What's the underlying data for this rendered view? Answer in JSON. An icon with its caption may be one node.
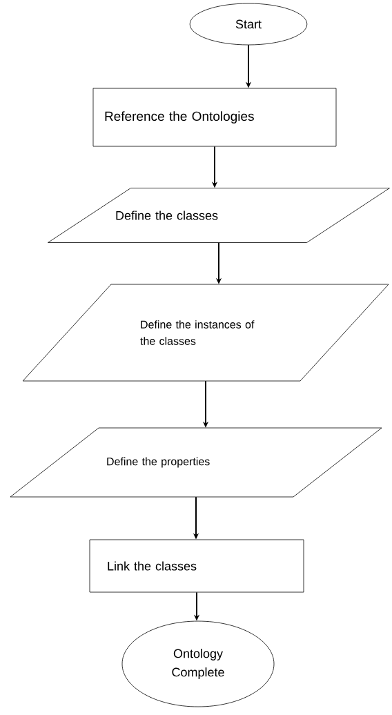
{
  "diagram": {
    "nodes": [
      {
        "text": [
          "Start"
        ]
      },
      {
        "text": [
          "Reference the Ontologies"
        ]
      },
      {
        "text": [
          "Define the classes"
        ]
      },
      {
        "text": [
          "Define the instances of the classes"
        ]
      },
      {
        "text": [
          "Define the properties"
        ]
      },
      {
        "text": [
          "Link the classes"
        ]
      },
      {
        "text": [
          "Ontology Complete"
        ]
      }
    ],
    "edges": [
      {
        "from": 0,
        "to": 1,
        "arrow": "to"
      },
      {
        "from": 1,
        "to": 2,
        "arrow": "to"
      },
      {
        "from": 2,
        "to": 3,
        "arrow": "to"
      },
      {
        "from": 3,
        "to": 4,
        "arrow": "to"
      },
      {
        "from": 4,
        "to": 5,
        "arrow": "to"
      },
      {
        "from": 5,
        "to": 6,
        "arrow": "to"
      }
    ]
  }
}
